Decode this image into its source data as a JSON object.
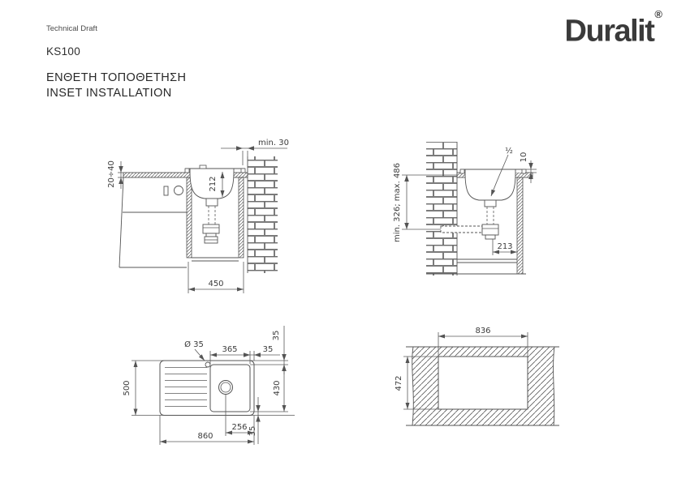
{
  "header": {
    "doc_type": "Technical Draft",
    "model": "KS100",
    "title_el": "ΕΝΘΕΤΗ ΤΟΠΟΘΕΤΗΣΗ",
    "title_en": "INSET INSTALLATION"
  },
  "brand": {
    "name": "Duralit",
    "registered_mark": "®"
  },
  "colors": {
    "line": "#545454",
    "text": "#3c3c3c",
    "background": "#ffffff"
  },
  "drawings": {
    "front_section": {
      "title": "front section through cabinet and wall",
      "dims": {
        "worktop_thickness": "20÷40",
        "wall_clearance": "min. 30",
        "bowl_depth": "212",
        "cabinet_width": "450"
      }
    },
    "side_section": {
      "title": "side section with waste connection",
      "dims": {
        "drain_height_range": "min. 326; max. 486",
        "rim_height": "10",
        "tap_connection": "½",
        "trap_wall_offset": "213"
      }
    },
    "plan_view": {
      "title": "sink plan view",
      "dims": {
        "tap_hole_diameter": "Ø 35",
        "bowl_width": "365",
        "bowl_right_margin": "35",
        "bowl_top_margin": "35",
        "bowl_length": "430",
        "overall_depth": "500",
        "drain_offset": "256",
        "overall_width": "860",
        "bowl_bottom_margin": "35"
      }
    },
    "cutout_view": {
      "title": "worktop cutout",
      "dims": {
        "cutout_width": "836",
        "cutout_depth": "472"
      }
    }
  }
}
